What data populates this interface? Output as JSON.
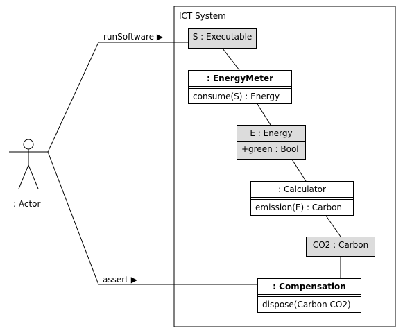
{
  "system": {
    "title": "ICT System"
  },
  "actor": {
    "label": ": Actor"
  },
  "messages": {
    "run": "runSoftware ▶",
    "assert": "assert ▶"
  },
  "objects": {
    "executable": {
      "name": "S : Executable"
    },
    "energy_meter": {
      "name": ": EnergyMeter",
      "operation": "consume(S) : Energy"
    },
    "energy": {
      "name": "E : Energy",
      "attribute": "+green : Bool"
    },
    "calculator": {
      "name": ": Calculator",
      "operation": "emission(E) : Carbon"
    },
    "carbon": {
      "name": "CO2 : Carbon"
    },
    "compensation": {
      "name": ": Compensation",
      "operation": "dispose(Carbon CO2)"
    }
  },
  "colors": {
    "line": "#000000",
    "object_fill": "#ffffff",
    "instance_fill": "#dcdcdc"
  }
}
